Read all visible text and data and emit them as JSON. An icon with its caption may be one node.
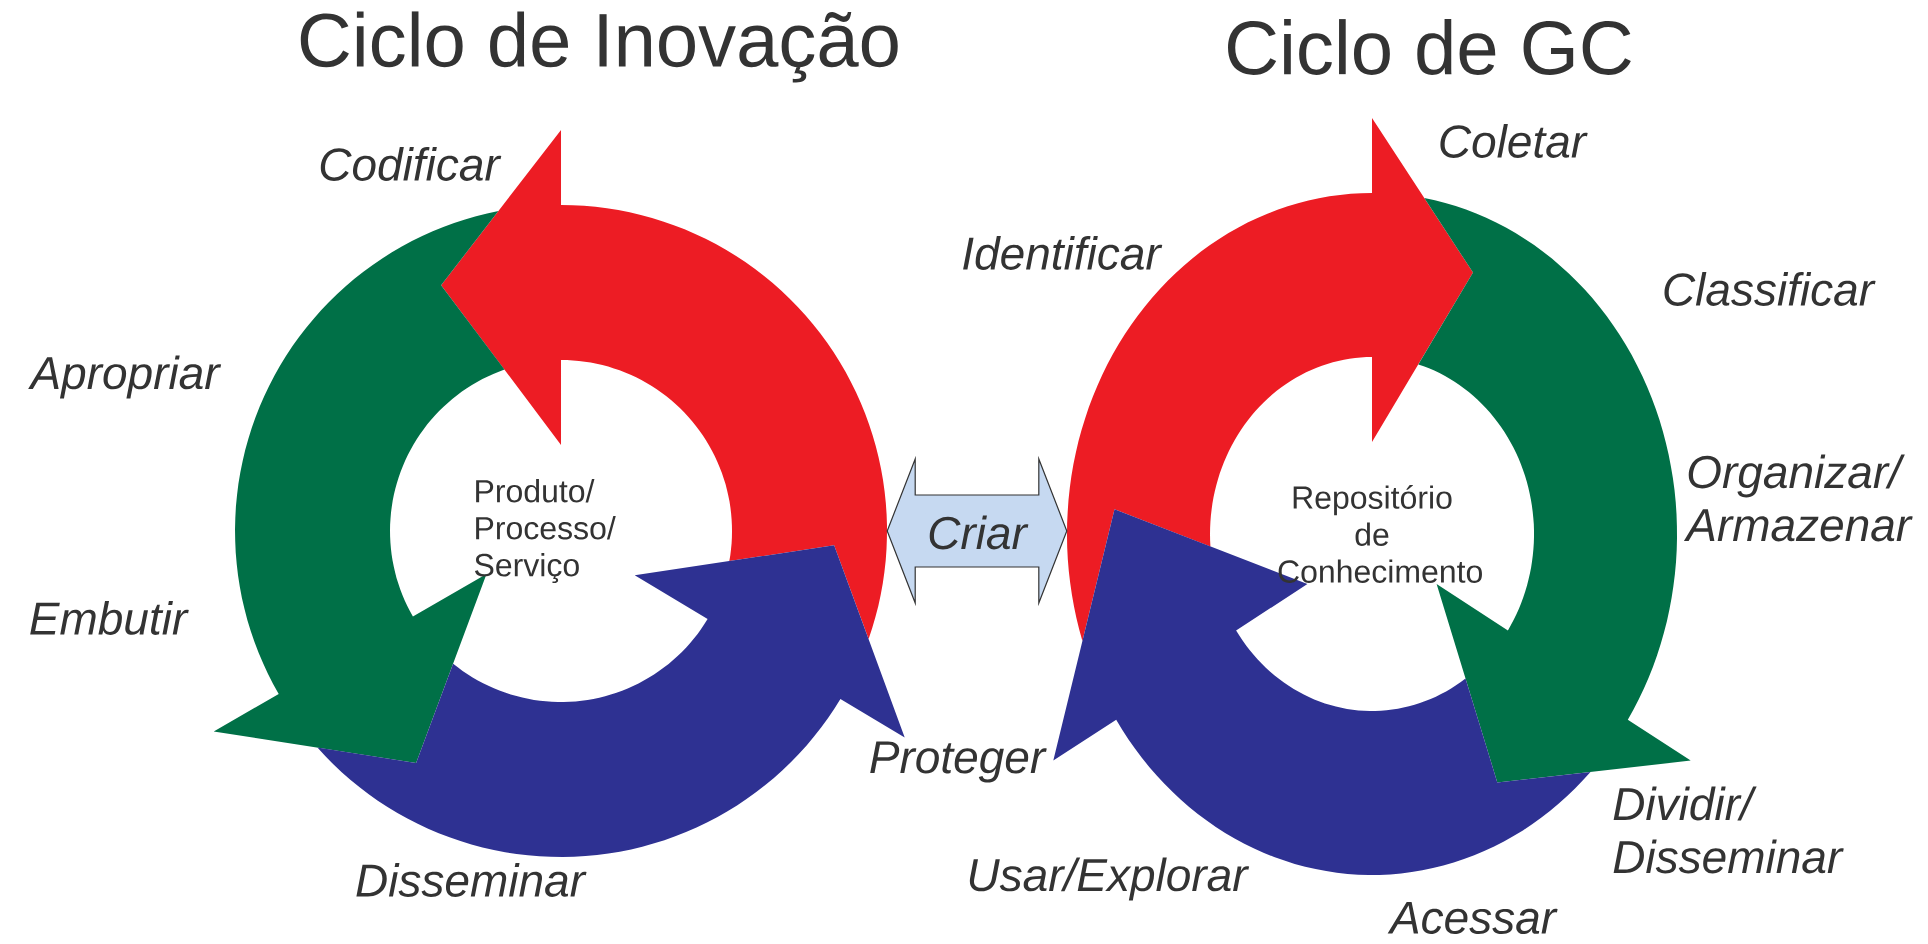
{
  "diagram": {
    "nodes": [
      {
        "text": [
          "Produto/ Processo/ Serviço"
        ]
      },
      {
        "text": [
          "Repositório de Conhecimento"
        ]
      }
    ],
    "edges": [
      {
        "from": 0,
        "to": 1,
        "arrow": "both",
        "label": "Criar"
      }
    ],
    "labels": [
      "Ciclo de Inovação",
      "Ciclo de GC",
      "Codificar",
      "Coletar",
      "Identificar",
      "Classificar",
      "Apropriar",
      "Organizar/ Armazenar",
      "Embutir",
      "Proteger",
      "Dividir/ Disseminar",
      "Disseminar",
      "Usar/Explorar",
      "Acessar"
    ]
  }
}
